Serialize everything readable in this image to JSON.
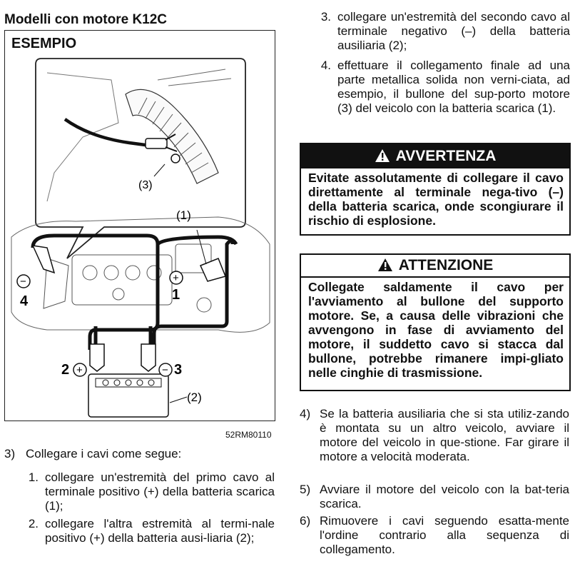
{
  "heading": "Modelli con motore K12C",
  "figure": {
    "esempio": "ESEMPIO",
    "code": "52RM80110",
    "labels": {
      "inset_3": "(3)",
      "label_1": "(1)",
      "label_2": "(2)",
      "minus_4": "4",
      "plus_1": "1",
      "plus_2": "2",
      "minus_3": "3"
    },
    "symbols": {
      "plus": "+",
      "minus": "−"
    }
  },
  "step3": {
    "num": "3)",
    "text": "Collegare i cavi come segue:",
    "items": [
      {
        "num": "1.",
        "text": "collegare un'estremità del primo cavo al terminale positivo (+) della batteria scarica (1);"
      },
      {
        "num": "2.",
        "text": "collegare l'altra estremità al termi-nale positivo (+) della batteria ausi-liaria (2);"
      },
      {
        "num": "3.",
        "text": "collegare un'estremità del secondo cavo al terminale negativo (–) della batteria ausiliaria (2);"
      },
      {
        "num": "4.",
        "text": "effettuare il collegamento finale ad una parte metallica solida non verni-ciata, ad esempio, il bullone del sup-porto motore (3) del veicolo con la batteria scarica (1)."
      }
    ]
  },
  "avvertenza": {
    "title": "AVVERTENZA",
    "body": "Evitate assolutamente di collegare il cavo direttamente al terminale nega-tivo (–) della batteria scarica, onde scongiurare il rischio di esplosione."
  },
  "attenzione": {
    "title": "ATTENZIONE",
    "body": "Collegate saldamente il cavo per l'avviamento al bullone del supporto motore. Se, a causa delle vibrazioni che avvengono in fase di avviamento del motore, il suddetto cavo si stacca dal bullone, potrebbe rimanere impi-gliato nelle cinghie di trasmissione."
  },
  "step4": {
    "num": "4)",
    "text": "Se la batteria ausiliaria che si sta utiliz-zando è montata su un altro veicolo, avviare il motore del veicolo in que-stione. Far girare il motore a velocità moderata."
  },
  "step5": {
    "num": "5)",
    "text": "Avviare il motore del veicolo con la bat-teria scarica."
  },
  "step6": {
    "num": "6)",
    "text": "Rimuovere i cavi seguendo esatta-mente l'ordine contrario alla sequenza di collegamento."
  }
}
